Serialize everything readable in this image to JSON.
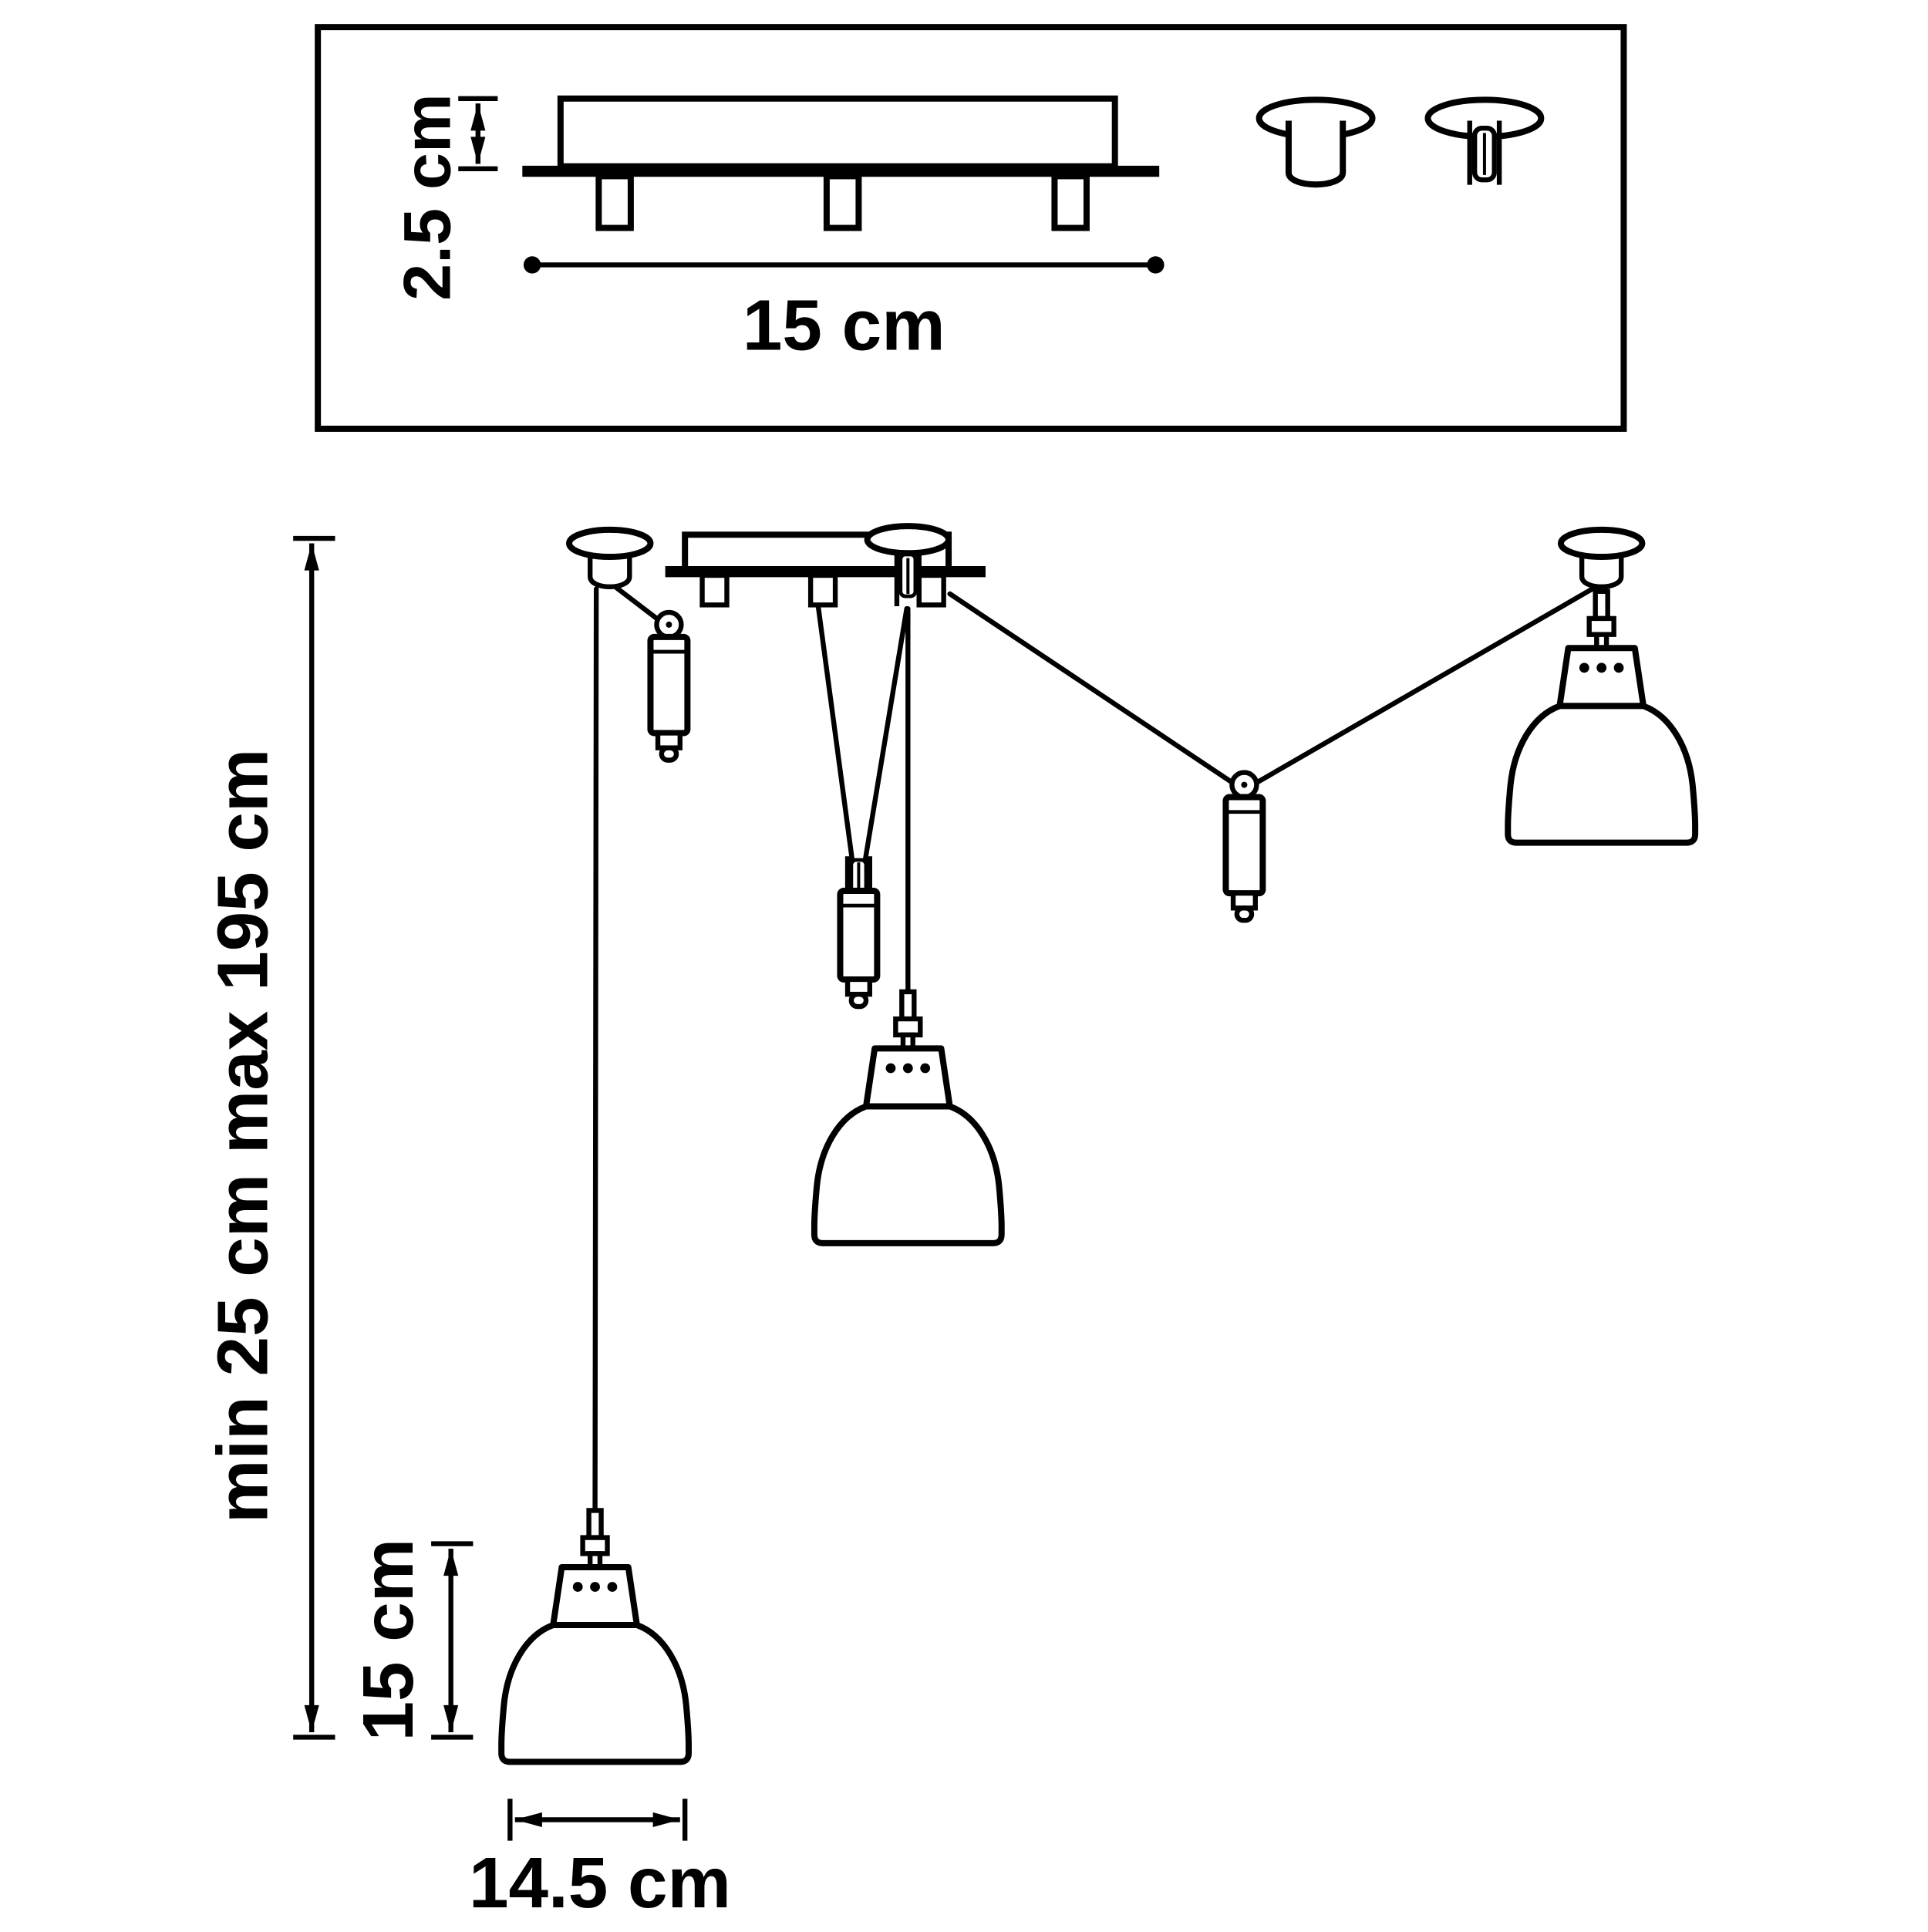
{
  "labels": {
    "plate_thickness": "2.5 cm",
    "plate_length": "15 cm",
    "drop_range": "min 25 cm max 195 cm",
    "shade_height": "15 cm",
    "shade_diameter": "14.5 cm"
  },
  "colors": {
    "line": "#000000",
    "background": "#ffffff"
  },
  "icons": {
    "canopy_cup": "ceiling-canopy-side-view",
    "canopy_hook": "ceiling-canopy-with-cable-grip",
    "counterweight": "adjustable-counterweight",
    "shade": "dome-lamp-shade"
  }
}
